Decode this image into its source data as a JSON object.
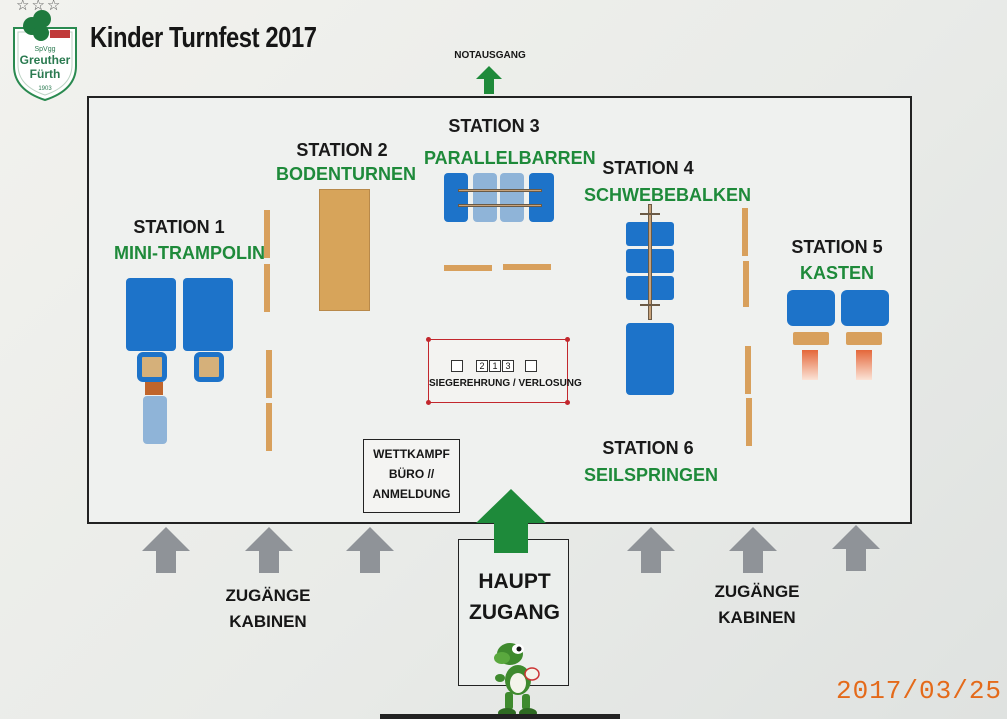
{
  "header": {
    "title": "Kinder Turnfest 2017",
    "logo_text": {
      "line1": "SpVgg",
      "line2": "Greuther",
      "line3": "Fürth",
      "line4": "1903"
    }
  },
  "exits": {
    "notausgang": "NOTAUSGANG"
  },
  "stations": [
    {
      "number": "STATION 1",
      "name": "MINI-TRAMPOLIN"
    },
    {
      "number": "STATION 2",
      "name": "BODENTURNEN"
    },
    {
      "number": "STATION 3",
      "name": "PARALLELBARREN"
    },
    {
      "number": "STATION 4",
      "name": "SCHWEBEBALKEN"
    },
    {
      "number": "STATION 5",
      "name": "KASTEN"
    },
    {
      "number": "STATION 6",
      "name": "SEILSPRINGEN"
    }
  ],
  "siegerehrung": {
    "label": "SIEGEREHRUNG / VERLOSUNG",
    "podium": [
      "2",
      "1",
      "3"
    ]
  },
  "wettkampf": {
    "line1": "WETTKAMPF",
    "line2": "BÜRO //",
    "line3": "ANMELDUNG"
  },
  "entrances": {
    "left": {
      "line1": "ZUGÄNGE",
      "line2": "KABINEN"
    },
    "right": {
      "line1": "ZUGÄNGE",
      "line2": "KABINEN"
    },
    "main": {
      "line1": "HAUPT",
      "line2": "ZUGANG"
    }
  },
  "photo_date": "2017/03/25",
  "colors": {
    "green": "#1e8a3a",
    "blue_mat": "#1d73c9",
    "wood": "#d8a05c",
    "arrow_grey": "#8f9398",
    "border_red": "#c2272d"
  }
}
